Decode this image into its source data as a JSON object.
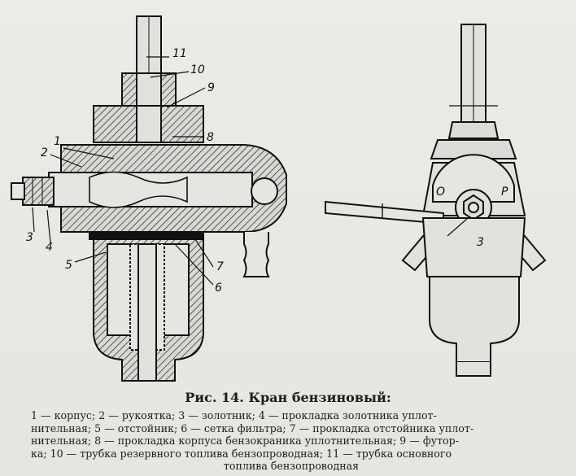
{
  "figure": {
    "callouts": [
      "1",
      "2",
      "3",
      "4",
      "5",
      "6",
      "7",
      "8",
      "9",
      "10",
      "11"
    ],
    "side_marks": [
      "О",
      "Р",
      "3"
    ]
  },
  "caption": "Рис. 14. Кран бензиновый:",
  "legend": {
    "line1": "1 — корпус; 2 — рукоятка; 3 — золотник; 4 — прокладка золотника уплот-",
    "line2": "нительная; 5 — отстойник; 6 — сетка фильтра; 7 — прокладка отстойника уплот-",
    "line3": "нительная; 8 — прокладка корпуса бензокраника уплотнительная; 9 — футор-",
    "line4": "ка; 10 — трубка резервного топлива бензопроводная; 11 — трубка основного",
    "line5": "топлива бензопроводная"
  }
}
